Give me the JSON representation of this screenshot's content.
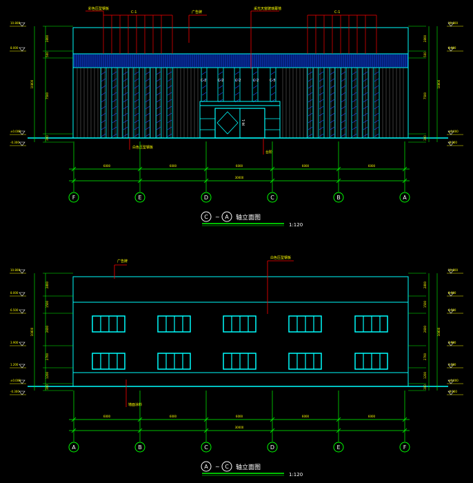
{
  "colors": {
    "background": "#000000",
    "outline": "#00ffff",
    "dimension": "#00ff00",
    "leader": "#ff0000",
    "text": "#ffff00",
    "white": "#ffffff",
    "blue": "#1e50ff"
  },
  "top_view": {
    "title_axes": [
      "C",
      "A"
    ],
    "title_tilde": "~",
    "title_text": "轴立面图",
    "scale": "1:120",
    "grid_labels": [
      "F",
      "E",
      "D",
      "C",
      "B",
      "A"
    ],
    "spans": [
      "6000",
      "6000",
      "6000",
      "6000",
      "6000"
    ],
    "total": "30000",
    "left_levels": [
      "10.800",
      "8.000",
      "±0.000",
      "-0.300"
    ],
    "right_levels": [
      "10.800",
      "8.000",
      "±0.000",
      "-0.300"
    ],
    "left_segments": [
      "2800",
      "500",
      "7500",
      "300"
    ],
    "left_overall": "10800",
    "right_segments": [
      "2800",
      "500",
      "7500",
      "300"
    ],
    "right_overall": "10800",
    "top_callouts": [
      "彩色压型钢板",
      "C-1",
      "广告牌",
      "采光天窗玻璃幕墙",
      "C-1"
    ],
    "window_tags": [
      "C-2",
      "C-2",
      "C-2",
      "C-2",
      "C-3"
    ],
    "door_tag": "M-1",
    "bottom_callouts": [
      "白色压型钢板",
      "台阶"
    ]
  },
  "bottom_view": {
    "title_axes": [
      "A",
      "C"
    ],
    "title_tilde": "~",
    "title_text": "轴立面图",
    "scale": "1:120",
    "grid_labels": [
      "A",
      "B",
      "C",
      "D",
      "E",
      "F"
    ],
    "spans": [
      "6000",
      "6000",
      "6000",
      "6000",
      "6000"
    ],
    "total": "30000",
    "left_levels": [
      "10.800",
      "8.000",
      "6.500",
      "3.900",
      "1.200",
      "±0.000",
      "-0.300"
    ],
    "right_levels": [
      "10.800",
      "8.000",
      "6.500",
      "3.900",
      "1.200",
      "±0.000",
      "-0.300"
    ],
    "left_segments": [
      "2800",
      "1500",
      "2600",
      "2700",
      "1200",
      "300"
    ],
    "left_overall": "10800",
    "right_segments": [
      "2800",
      "1500",
      "2600",
      "2700",
      "1200",
      "300"
    ],
    "right_overall": "10800",
    "top_callouts": [
      "广告牌",
      "白色压型钢板"
    ],
    "bottom_callouts": [
      "墙面涂料"
    ]
  }
}
